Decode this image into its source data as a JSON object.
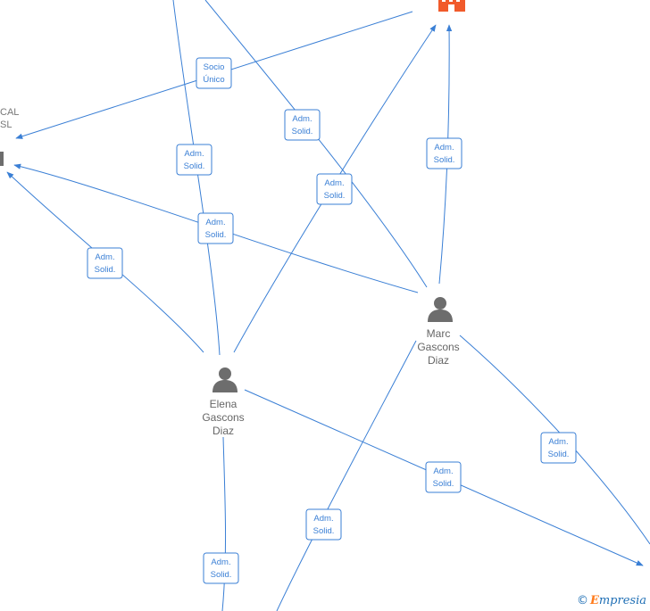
{
  "nodes": {
    "left_company": {
      "label_line1": "CAL",
      "label_line2": "SL"
    },
    "marc": {
      "line1": "Marc",
      "line2": "Gascons",
      "line3": "Diaz"
    },
    "elena": {
      "line1": "Elena",
      "line2": "Gascons",
      "line3": "Diaz"
    }
  },
  "edge_labels": {
    "socio": [
      "Socio",
      "Único"
    ],
    "adm": [
      "Adm.",
      "Solid."
    ]
  },
  "footer": {
    "copyright": "©",
    "brand_initial": "E",
    "brand_rest": "mpresia"
  },
  "colors": {
    "edge": "#3a7fd5",
    "company_icon": "#f15a2b",
    "person_icon": "#6d6d6d",
    "label_text": "#666666"
  }
}
